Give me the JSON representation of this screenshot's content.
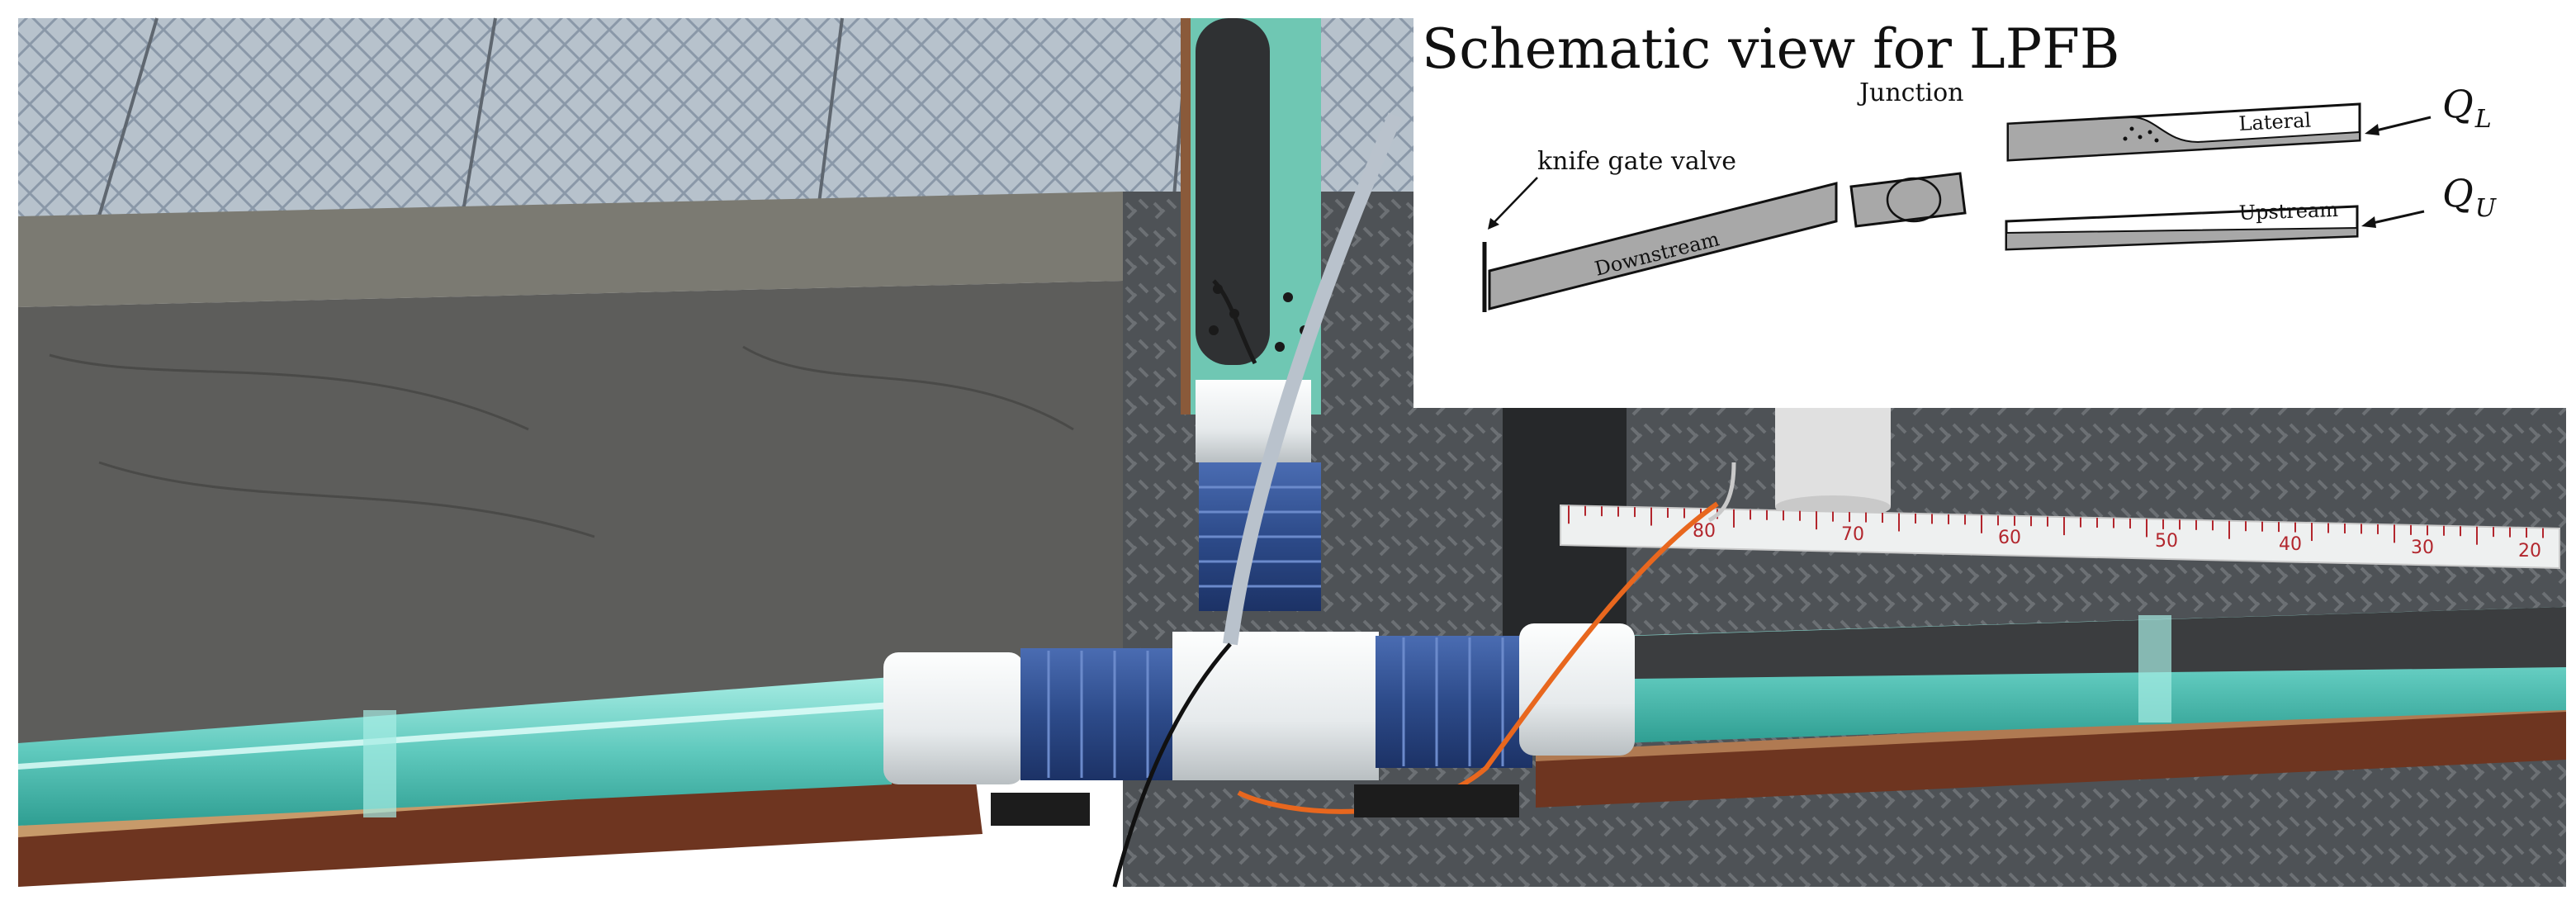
{
  "schematic": {
    "title": "Schematic view for LPFB",
    "labels": {
      "junction": "Junction",
      "knife_gate_valve": "knife gate valve",
      "downstream": "Downstream",
      "lateral": "Lateral",
      "upstream": "Upstream"
    },
    "flows": {
      "lateral": {
        "symbol": "Q",
        "subscript": "L"
      },
      "upstream": {
        "symbol": "Q",
        "subscript": "U"
      }
    }
  },
  "ruler": {
    "tick_labels": [
      "80",
      "70",
      "60",
      "50",
      "40",
      "30",
      "20"
    ]
  },
  "colors": {
    "pipe_fill": "#a8a8a8",
    "water": "#7fd9cf",
    "pvc_white": "#eef1f2",
    "blue_tape": "#2f4f8f",
    "wood": "#7a3a22",
    "concrete": "#5f5f5f",
    "orange_cable": "#e8671e"
  }
}
